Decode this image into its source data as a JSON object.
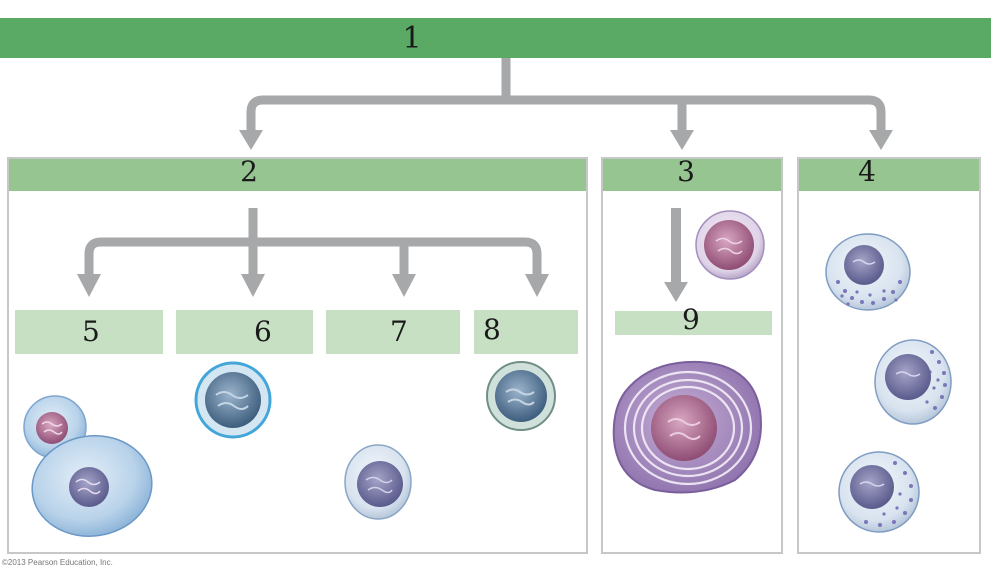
{
  "labels": {
    "top": "1",
    "panel_a": "2",
    "panel_b": "3",
    "panel_c": "4",
    "sub_5": "5",
    "sub_6": "6",
    "sub_7": "7",
    "sub_8": "8",
    "sub_9": "9"
  },
  "credit": "©2013 Pearson Education, Inc.",
  "colors": {
    "top_bar": "#5aa964",
    "panel_header": "#96c591",
    "sub_label": "#c7e0c3",
    "arrow": "#a6a8aa",
    "panel_border": "#c5c7c9"
  }
}
